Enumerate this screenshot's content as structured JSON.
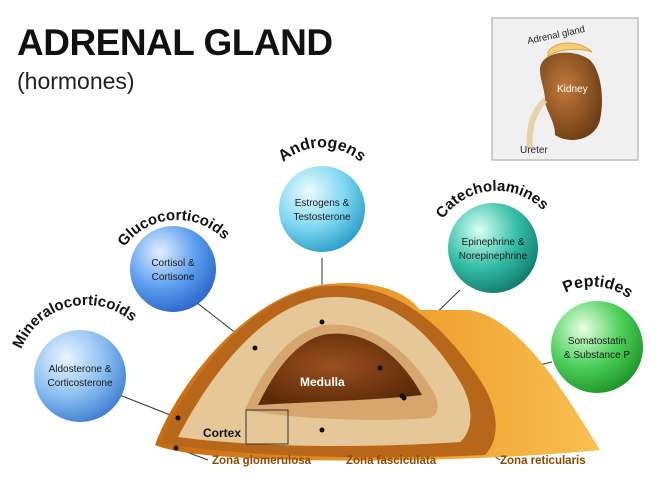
{
  "title": "ADRENAL GLAND",
  "subtitle": "(hormones)",
  "inset": {
    "adrenal_label": "Adrenal gland",
    "kidney_label": "Kidney",
    "ureter_label": "Ureter"
  },
  "hormones": [
    {
      "class": "Mineralocorticoids",
      "line1": "Aldosterone &",
      "line2": "Corticosterone",
      "color": "#6aa6e8"
    },
    {
      "class": "Glucocorticoids",
      "line1": "Cortisol &",
      "line2": "Cortisone",
      "color": "#4a8ee6"
    },
    {
      "class": "Androgens",
      "line1": "Estrogens &",
      "line2": "Testosterone",
      "color": "#5cc8e8"
    },
    {
      "class": "Catecholamines",
      "line1": "Epinephrine &",
      "line2": "Norepinephrine",
      "color": "#23a89a"
    },
    {
      "class": "Peptides",
      "line1": "Somatostatin",
      "line2": "& Substance P",
      "color": "#35c04a"
    }
  ],
  "gland": {
    "medulla": "Medulla",
    "cortex": "Cortex"
  },
  "zones": {
    "glomerulosa": "Zona glomerulosa",
    "fasciculata": "Zona fasciculata",
    "reticularis": "Zona reticularis"
  }
}
